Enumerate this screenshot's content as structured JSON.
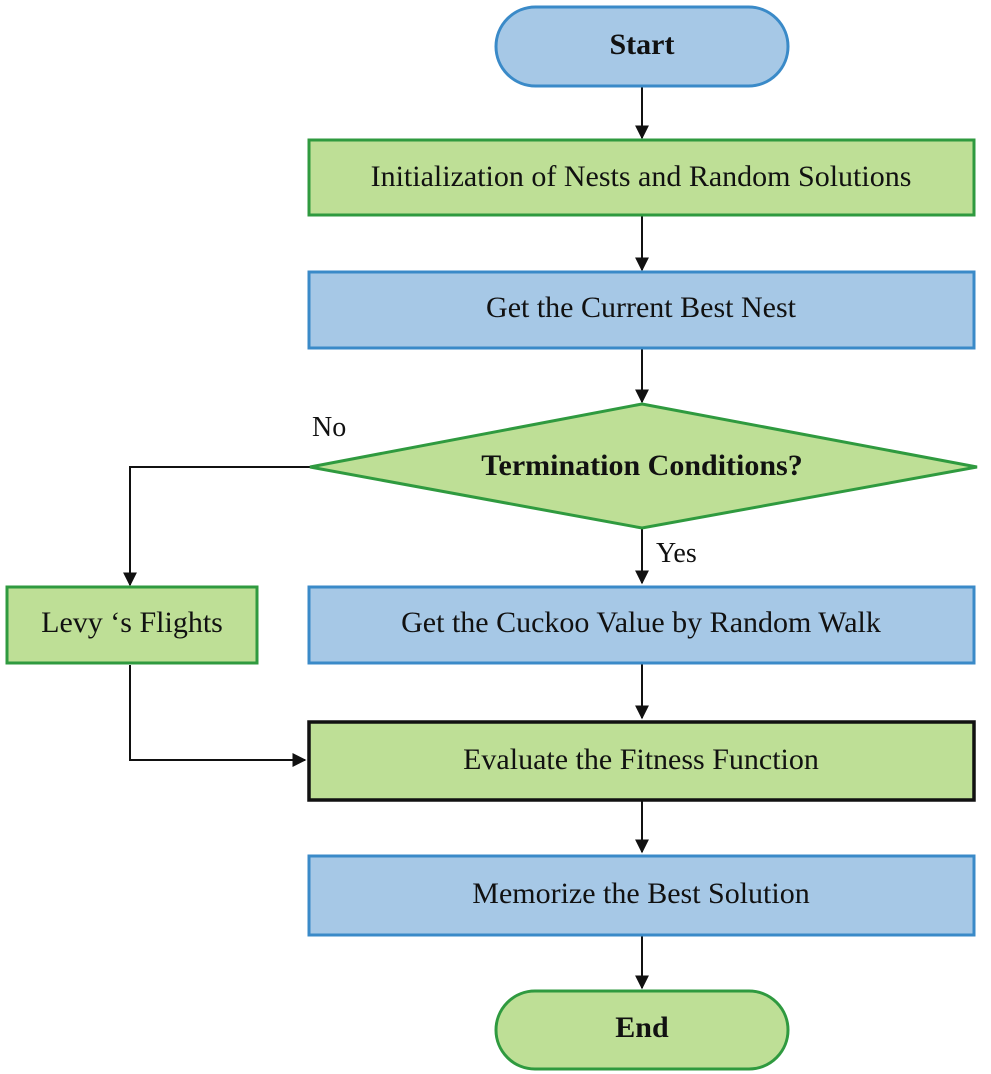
{
  "colors": {
    "blue_fill": "#a6c8e6",
    "blue_border": "#3a8ac8",
    "green_fill": "#bedf96",
    "green_border": "#2f9a3f",
    "highlight_border": "#111111",
    "line": "#111111"
  },
  "nodes": {
    "start": "Start",
    "init": "Initialization of Nests and Random Solutions",
    "best_nest": "Get the Current Best Nest",
    "termination": "Termination Conditions?",
    "levy": "Levy ‘s Flights",
    "cuckoo": "Get the Cuckoo Value by Random Walk",
    "fitness": "Evaluate the Fitness Function",
    "memorize": "Memorize the Best Solution",
    "end": "End"
  },
  "edge_labels": {
    "no": "No",
    "yes": "Yes"
  }
}
